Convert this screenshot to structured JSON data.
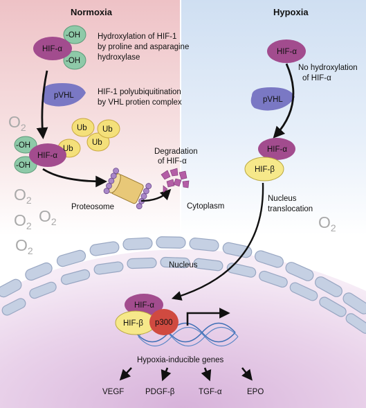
{
  "headers": {
    "normoxia": "Normoxia",
    "hypoxia": "Hypoxia"
  },
  "molecules": {
    "hif_alpha": "HIF-α",
    "hif_beta": "HIF-β",
    "pvhl": "pVHL",
    "oh": "-OH",
    "ub": "Ub",
    "p300": "p300"
  },
  "o2": {
    "base": "O",
    "sub": "2"
  },
  "labels": {
    "hydroxylation": [
      "Hydroxylation of HIF-1",
      "by proline and asparagine",
      "hydroxylase"
    ],
    "polyubiquitination": [
      "HIF-1 polyubiquitination",
      "by VHL protien complex"
    ],
    "degradation": [
      "Degradation",
      "of HIF-α"
    ],
    "proteosome": "Proteosome",
    "cytoplasm": "Cytoplasm",
    "no_hydroxylation": [
      "No hydroxylation",
      "of HIF-α"
    ],
    "nucleus_translocation": [
      "Nucleus",
      "translocation"
    ],
    "nucleus": "Nucleus",
    "hypoxia_inducible_genes": "Hypoxia-inducible genes"
  },
  "genes": [
    "VEGF",
    "PDGF-β",
    "TGF-α",
    "EPO"
  ],
  "colors": {
    "normoxia_bg": "#f2c9cc",
    "hypoxia_bg": "#d5e4f4",
    "nucleus_bg": "#e2c8e2",
    "hif_alpha": "#a24c8e",
    "pvhl": "#7a78c4",
    "oh": "#8ec9a8",
    "ub": "#f4e07a",
    "hif_beta": "#f6e88a",
    "p300": "#d04a40",
    "membrane": "#b9c6dd",
    "dna": "#3f6fb5"
  }
}
